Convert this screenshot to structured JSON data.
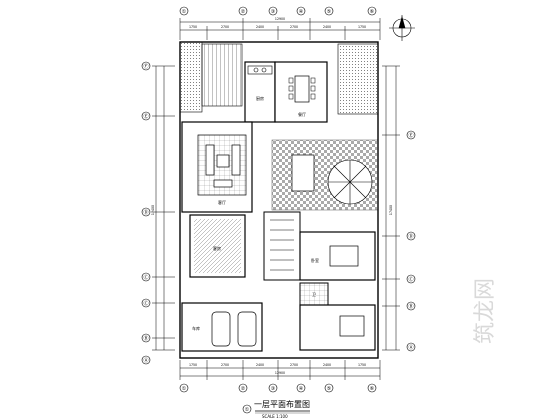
{
  "drawing": {
    "title": "一层平面布置图",
    "scale": "SCALE 1:100",
    "sheet_marker": "①",
    "watermark": "筑龙网"
  },
  "grid_top": [
    "①",
    "②",
    "③",
    "④",
    "⑤",
    "⑥"
  ],
  "grid_bottom": [
    "①",
    "②",
    "③",
    "④",
    "⑤",
    "⑥"
  ],
  "grid_left": [
    "Ⓕ",
    "Ⓔ",
    "Ⓓ",
    "Ⓒ",
    "Ⓒ",
    "Ⓑ",
    "Ⓐ"
  ],
  "grid_right": [
    "Ⓔ",
    "Ⓓ",
    "Ⓒ",
    "Ⓑ",
    "Ⓐ"
  ],
  "dims": {
    "top_total": "12900",
    "top_segments": [
      "1750",
      "2700",
      "2400",
      "2700",
      "2400",
      "1750"
    ],
    "bottom_total": "12900",
    "bottom_segments": [
      "1750",
      "2700",
      "2400",
      "2700",
      "2400",
      "1750"
    ],
    "left_total": "17400",
    "right_total": "17400"
  },
  "rooms": {
    "kitchen": "厨房",
    "dining": "餐厅",
    "living": "客厅",
    "guest": "客房",
    "garage": "车库",
    "bedroom": "卧室",
    "bath": "卫"
  },
  "colors": {
    "line": "#000000",
    "hatch": "#555555",
    "paper": "#ffffff",
    "watermark": "#d9d9d9"
  }
}
